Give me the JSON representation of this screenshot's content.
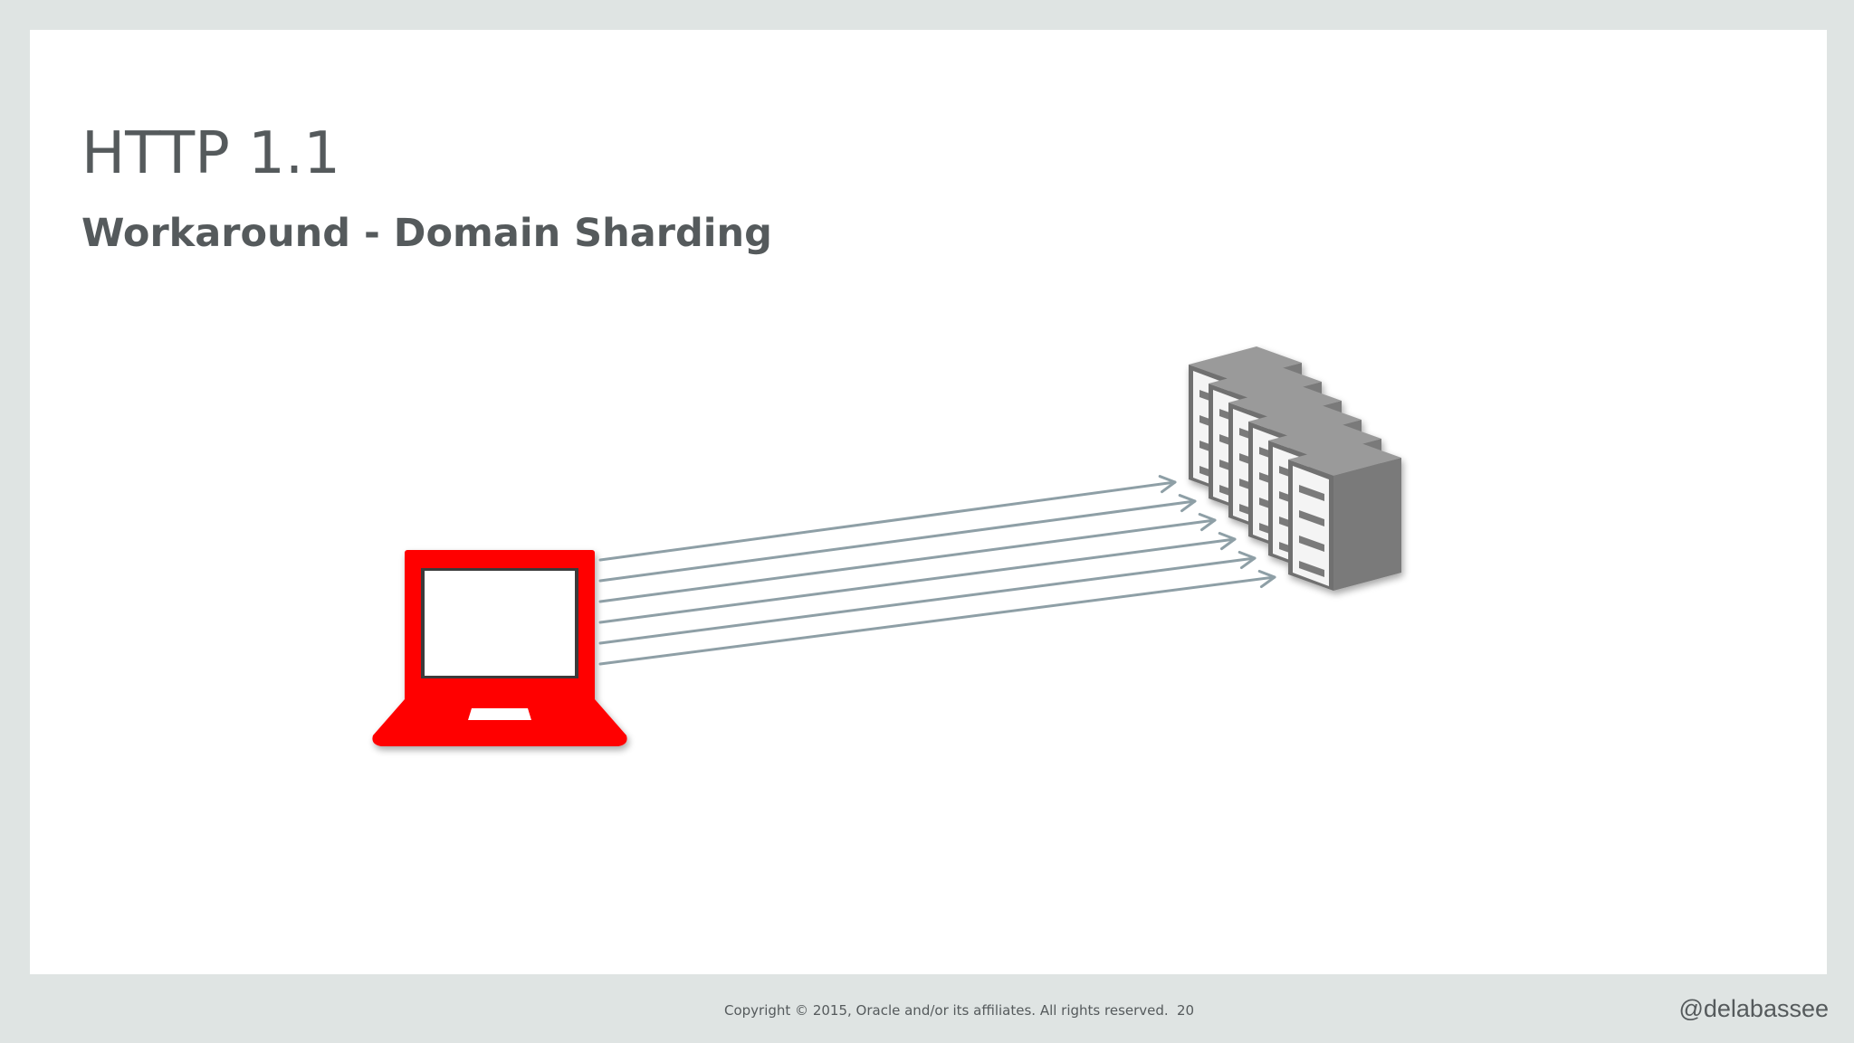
{
  "slide": {
    "title": "HTTP 1.1",
    "subtitle": "Workaround - Domain Sharding"
  },
  "diagram": {
    "client_icon": "laptop-icon",
    "server_icon": "server-rack-icon",
    "server_count": 6,
    "connection_count": 6,
    "colors": {
      "laptop": "#ff0000",
      "server": "#7a7a7a",
      "arrow": "#8e9fa6"
    }
  },
  "footer": {
    "copyright": "Copyright © 2015, Oracle and/or its affiliates. All rights reserved.",
    "page_number": "20",
    "handle": "@delabassee"
  }
}
